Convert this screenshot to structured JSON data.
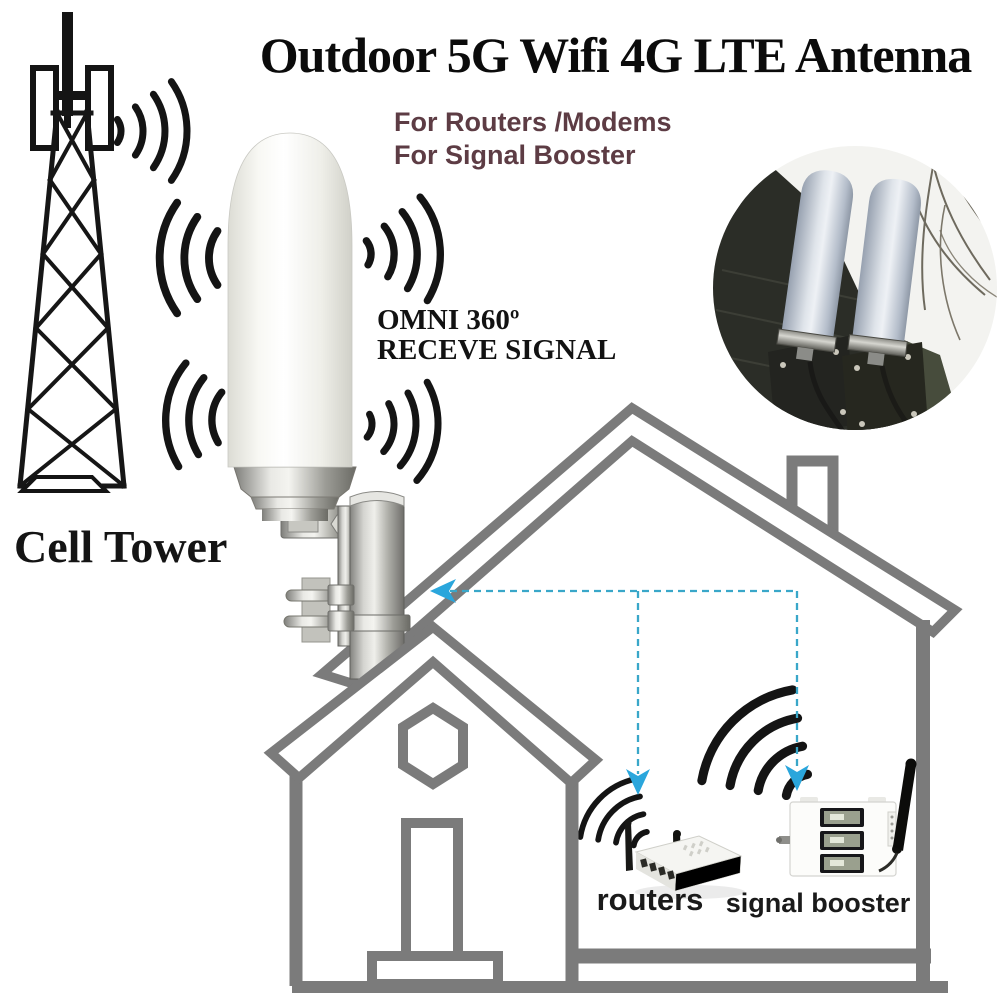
{
  "title": "Outdoor 5G Wifi 4G LTE Antenna",
  "subtitle": {
    "line1": "For Routers /Modems",
    "line2": "For Signal Booster"
  },
  "antenna_caption": {
    "line1": "OMNI 360º",
    "line2": "RECEVE SIGNAL"
  },
  "labels": {
    "cell_tower": "Cell Tower",
    "routers": "routers",
    "signal_booster": "signal booster"
  },
  "icons": [
    "cell-tower-icon",
    "signal-wave-icon",
    "omni-antenna-icon",
    "pole-mount-bracket-icon",
    "installed-antennas-photo",
    "big-house-outline-icon",
    "small-house-outline-icon",
    "router-icon",
    "signal-booster-icon",
    "dashed-arrow-icon"
  ],
  "colors": {
    "title_text": "#0b0b0b",
    "subtitle_text": "#5d3c44",
    "house_outline": "#7b7b7b",
    "signal_wave": "#141414",
    "arrow_accent": "#2aa6dc"
  }
}
